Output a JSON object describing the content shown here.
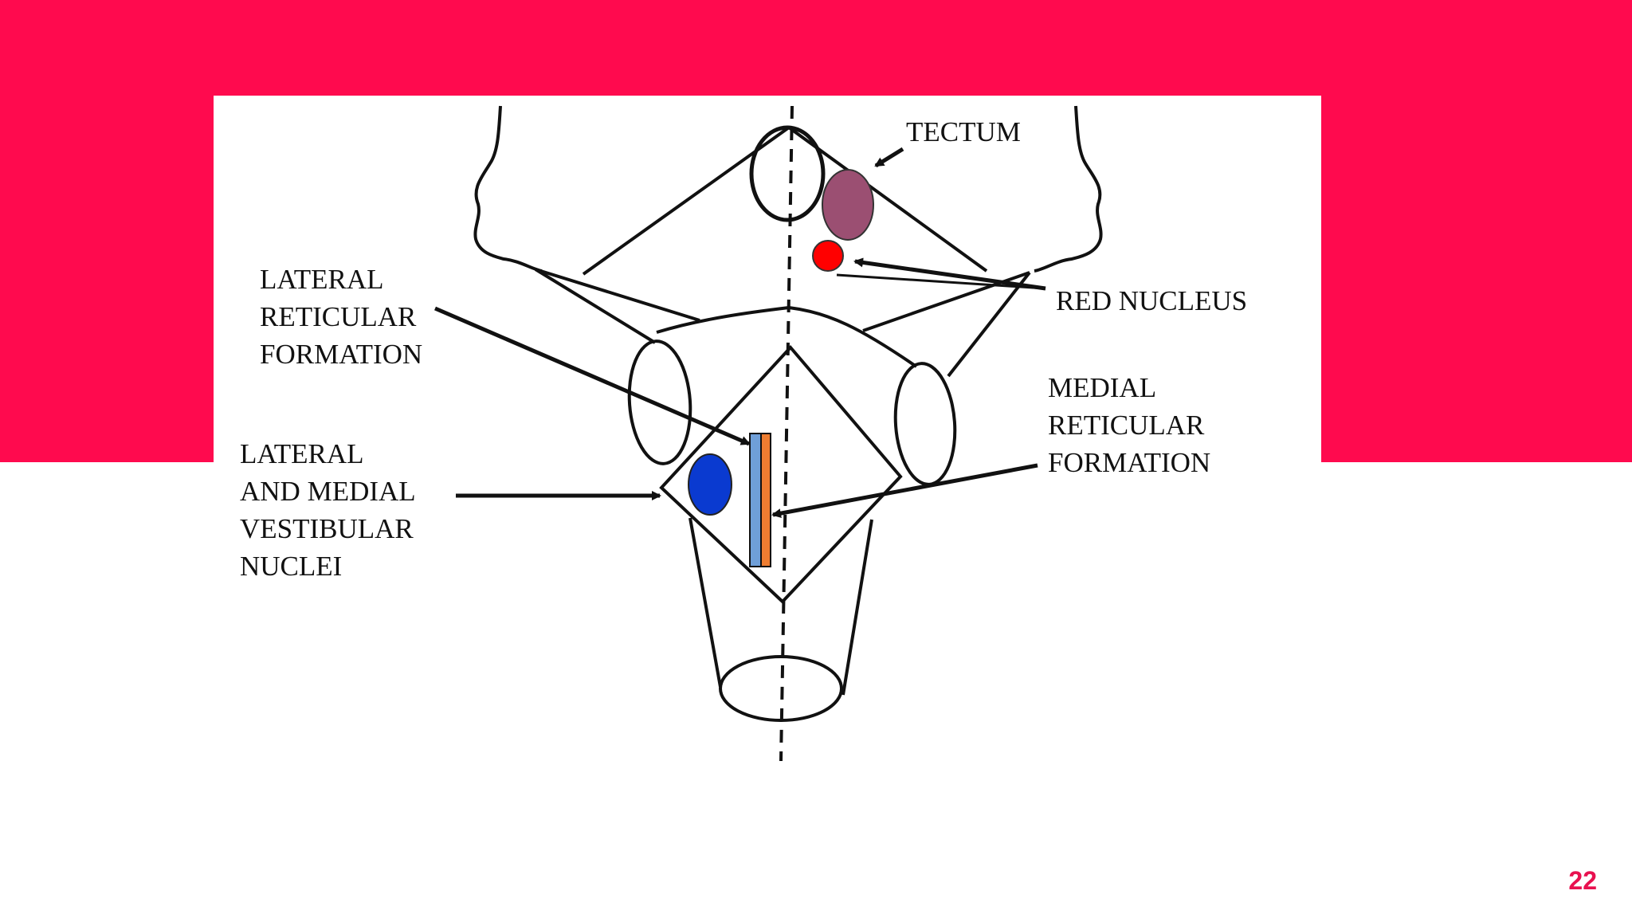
{
  "slide": {
    "page_number": "22",
    "accent_color": "#ff0a4e",
    "page_number_color": "#e8114f"
  },
  "diagram": {
    "labels": {
      "tectum": "TECTUM",
      "red_nucleus": "RED NUCLEUS",
      "lateral_reticular": [
        "LATERAL",
        "RETICULAR",
        "FORMATION"
      ],
      "medial_reticular": [
        "MEDIAL",
        "RETICULAR",
        "FORMATION"
      ],
      "vestibular": [
        "LATERAL",
        "AND MEDIAL",
        "VESTIBULAR",
        "NUCLEI"
      ]
    },
    "structure_colors": {
      "tectum": "#9b4f72",
      "red_nucleus": "#ff0000",
      "vestibular_nuclei": "#0a3ad0",
      "lateral_reticular_formation": "#6f9fd8",
      "medial_reticular_formation": "#ee7d31"
    }
  }
}
